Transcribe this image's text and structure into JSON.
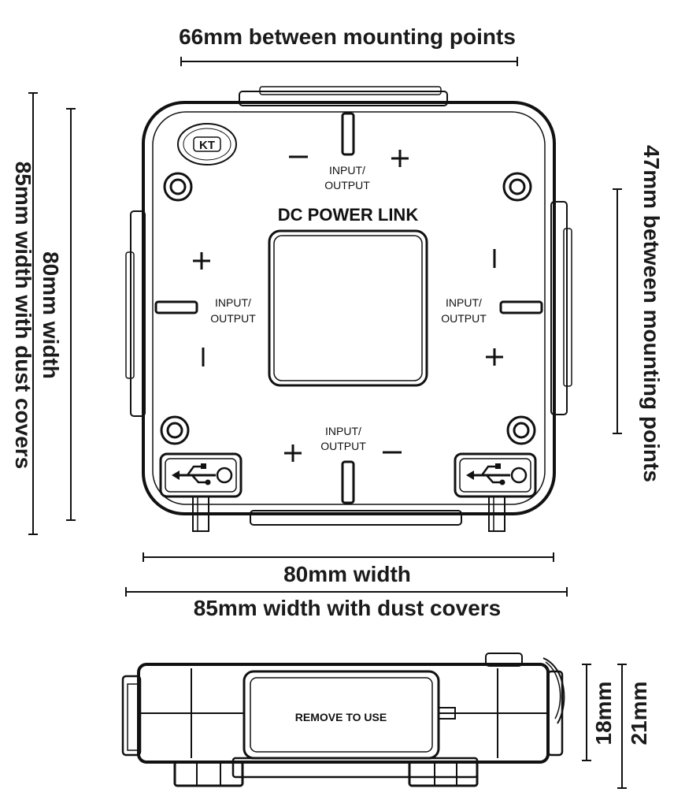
{
  "dimensions": {
    "top_mounting": "66mm between mounting points",
    "left_width": "80mm width",
    "left_outer": "85mm width with dust covers",
    "right_mounting": "47mm between mounting points",
    "bottom_width": "80mm width",
    "bottom_outer": "85mm width with dust covers",
    "side_height_inner": "18mm",
    "side_height_outer": "21mm"
  },
  "device": {
    "title": "DC POWER LINK",
    "logo_text": "KT",
    "port_label_line1": "INPUT/",
    "port_label_line2": "OUTPUT",
    "plus_symbol": "+",
    "minus_symbol": "−"
  },
  "side_view": {
    "cover_label": "REMOVE TO USE"
  },
  "colors": {
    "line": "#111111",
    "background": "#ffffff"
  }
}
